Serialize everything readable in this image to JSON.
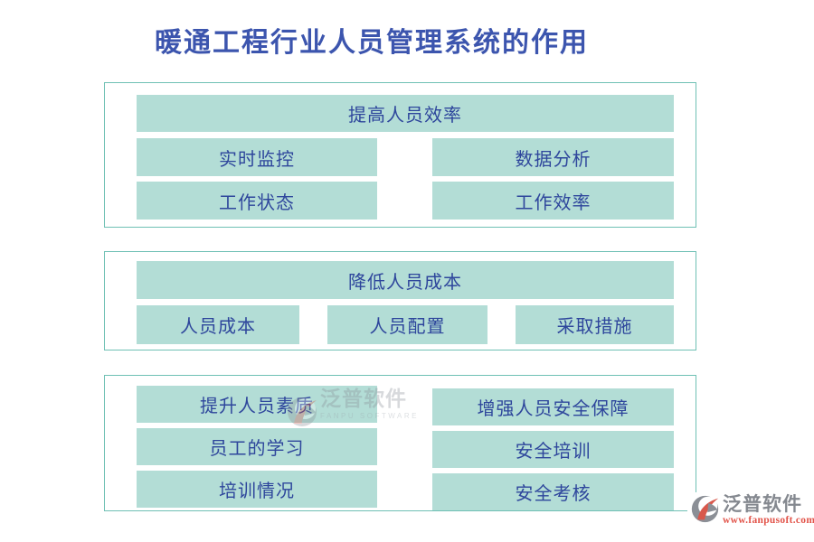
{
  "page": {
    "title": "暖通工程行业人员管理系统的作用"
  },
  "sections": [
    {
      "header": "提高人员效率",
      "items": [
        "实时监控",
        "数据分析",
        "工作状态",
        "工作效率"
      ]
    },
    {
      "header": "降低人员成本",
      "items": [
        "人员成本",
        "人员配置",
        "采取措施"
      ]
    },
    {
      "columns": [
        {
          "header": "提升人员素质",
          "items": [
            "员工的学习",
            "培训情况"
          ]
        },
        {
          "header": "增强人员安全保障",
          "items": [
            "安全培训",
            "安全考核"
          ]
        }
      ]
    }
  ],
  "watermark": {
    "text": "泛普软件",
    "subtext": "FANPU SOFTWARE"
  },
  "brand": {
    "name": "泛普软件",
    "url": "www.fanpusoft.com"
  },
  "colors": {
    "block_fill": "#b3ddd6",
    "box_border": "#6fc0b4",
    "block_text": "#2e469c",
    "title_text": "#3c55ae",
    "brand_gray": "#84888f",
    "brand_red": "#e2544a"
  }
}
